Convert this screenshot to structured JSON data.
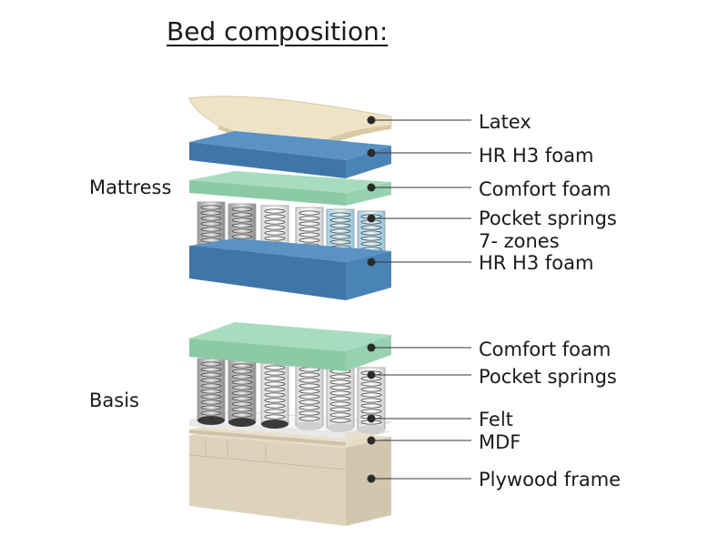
{
  "title": "Bed composition:",
  "groups": {
    "mattress": "Mattress",
    "basis": "Basis"
  },
  "callouts": {
    "latex": "Latex",
    "hr_foam_top": "HR H3 foam",
    "comfort_foam_top": "Comfort foam",
    "pocket_springs_top": "Pocket springs",
    "zones": "7- zones",
    "hr_foam_bottom": "HR H3 foam",
    "comfort_foam_basis": "Comfort foam",
    "pocket_springs_basis": "Pocket springs",
    "felt": "Felt",
    "mdf": "MDF",
    "plywood": "Plywood frame"
  },
  "colors": {
    "latex": "#efe3c6",
    "hr_foam": "#4f86b8",
    "comfort_foam": "#9ed4b4",
    "spring_blue": "#bfe0ee",
    "felt": "#f2f2f2",
    "plywood": "#ddd3bd",
    "leader": "#333333"
  }
}
